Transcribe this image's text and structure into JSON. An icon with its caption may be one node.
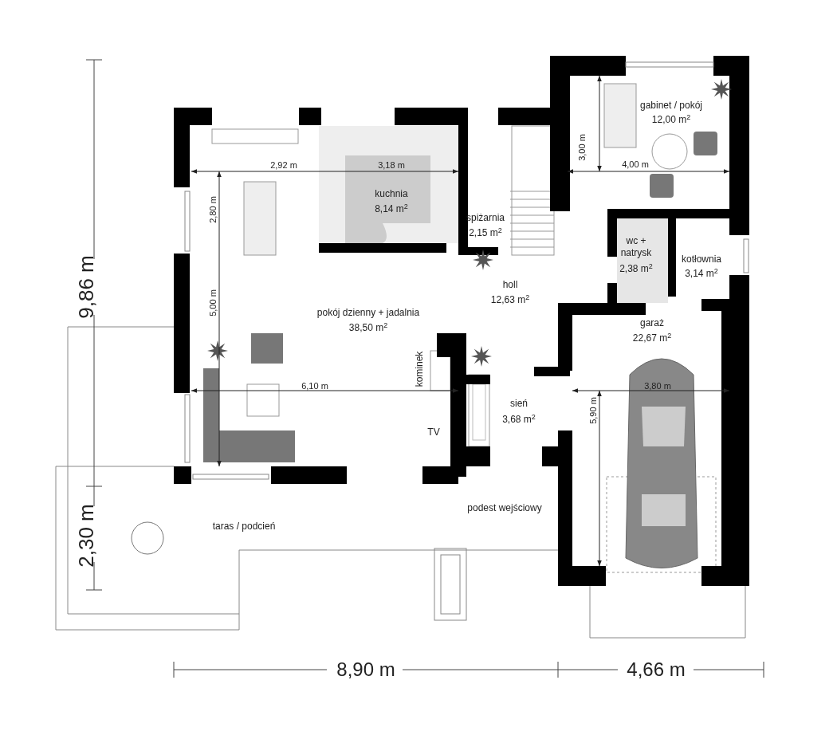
{
  "diagram": {
    "labels": [
      "gabinet / pokój",
      "12,00 m$^{2}$",
      "3,00 m",
      "2,92 m",
      "3,18 m",
      "4,00 m",
      "kuchnia",
      "8,14 m$^{2}$",
      "2,80 m",
      "spiżarnia",
      "2,15 m$^{2}$",
      "wc + natrysk",
      "2,38 m$^{2}$",
      "kotłownia",
      "3,14 m$^{2}$",
      "holl",
      "12,63 m$^{2}$",
      "9,86 m",
      "pokój dzienny + jadalnia",
      "38,50 m$^{2}$",
      "5,00 m",
      "garaż",
      "22,67 m$^{2}$",
      "kominek",
      "6,10 m",
      "3,80 m",
      "sień",
      "3,68 m$^{2}$",
      "TV",
      "5,90 m",
      "podest wejściowy",
      "taras / podcień",
      "2,30 m",
      "8,90 m",
      "4,66 m"
    ]
  }
}
